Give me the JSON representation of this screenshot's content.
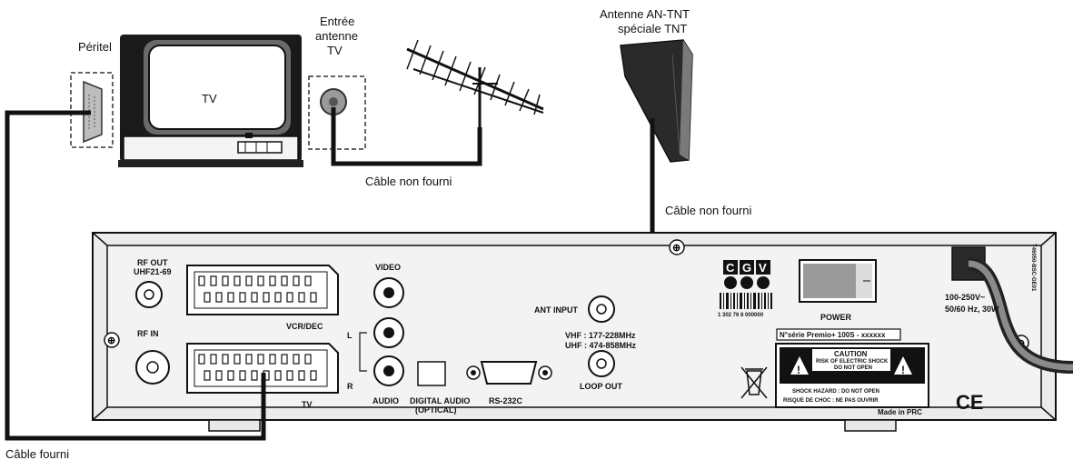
{
  "top_labels": {
    "peritel": "Péritel",
    "tv_screen": "TV",
    "antenna_input_1": "Entrée",
    "antenna_input_2": "antenne",
    "antenna_input_3": "TV",
    "tnt_antenna_1": "Antenne AN-TNT",
    "tnt_antenna_2": "spéciale TNT"
  },
  "cables": {
    "tv_antenna_cable": "Câble non fourni",
    "tnt_cable": "Câble non fourni",
    "scart_cable": "Câble fourni"
  },
  "panel": {
    "rf_out_1": "RF OUT",
    "rf_out_2": "UHF21-69",
    "rf_in": "RF IN",
    "vcr_dec": "VCR/DEC",
    "tv_scart": "TV",
    "video": "VIDEO",
    "audio_l": "L",
    "audio_r": "R",
    "audio": "AUDIO",
    "digital_audio_1": "DIGITAL AUDIO",
    "digital_audio_2": "(OPTICAL)",
    "rs232": "RS-232C",
    "ant_input": "ANT INPUT",
    "vhf": "VHF : 177-228MHz",
    "uhf": "UHF : 474-858MHz",
    "loop_out": "LOOP OUT",
    "brand": [
      "C",
      "G",
      "V"
    ],
    "barcode_text": "1 302 76 8 000000",
    "power": "POWER",
    "serial": "N°série Premio+ 100S - xxxxxx",
    "caution_title": "CAUTION",
    "caution_line1": "RISK OF ELECTRIC SHOCK",
    "caution_line2": "DO NOT OPEN",
    "warning_1": "SHOCK HAZARD : DO NOT OPEN",
    "warning_2": "RISQUE DE CHOC : NE PAS OUVRIR",
    "made_in": "Made in PRC",
    "voltage_1": "100-250V~",
    "voltage_2": "50/60 Hz, 30W",
    "model_code": "T46050-BSC-GE01",
    "ce_mark": "CE"
  }
}
